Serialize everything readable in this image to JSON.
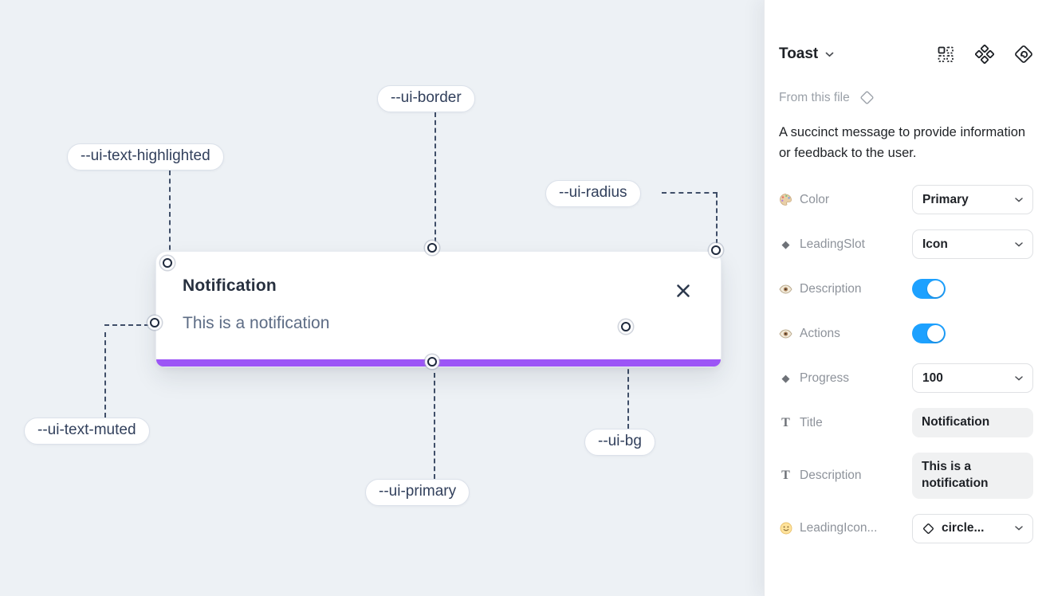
{
  "canvas": {
    "toast": {
      "title": "Notification",
      "description": "This is a notification"
    },
    "annotations": [
      {
        "text": "--ui-border"
      },
      {
        "text": "--ui-text-highlighted"
      },
      {
        "text": "--ui-radius"
      },
      {
        "text": "--ui-text-muted"
      },
      {
        "text": "--ui-primary"
      },
      {
        "text": "--ui-bg"
      }
    ]
  },
  "panel": {
    "title": "Toast",
    "source": "From this file",
    "description": "A succinct message to provide information or feedback to the user.",
    "properties": [
      {
        "label": "Color",
        "type": "dropdown",
        "value": "Primary"
      },
      {
        "label": "LeadingSlot",
        "type": "dropdown",
        "value": "Icon"
      },
      {
        "label": "Description",
        "type": "toggle",
        "value": true
      },
      {
        "label": "Actions",
        "type": "toggle",
        "value": true
      },
      {
        "label": "Progress",
        "type": "dropdown",
        "value": "100"
      },
      {
        "label": "Title",
        "type": "text",
        "value": "Notification"
      },
      {
        "label": "Description",
        "type": "text",
        "value": "This is a notification"
      },
      {
        "label": "LeadingIcon...",
        "type": "dropdown",
        "value": "circle..."
      }
    ]
  },
  "icons": {
    "close": "x-mark",
    "chevron": "chevron-down",
    "header": [
      "component-instance-icon",
      "component-icon",
      "go-to-main-component-icon"
    ],
    "source_badge": "diamond-outline-icon"
  },
  "colors": {
    "primary_bar": "#9c55f6",
    "toggle_on": "#1da1ff",
    "canvas_bg": "#edf1f5",
    "annotation_ink": "#3f4e68"
  }
}
